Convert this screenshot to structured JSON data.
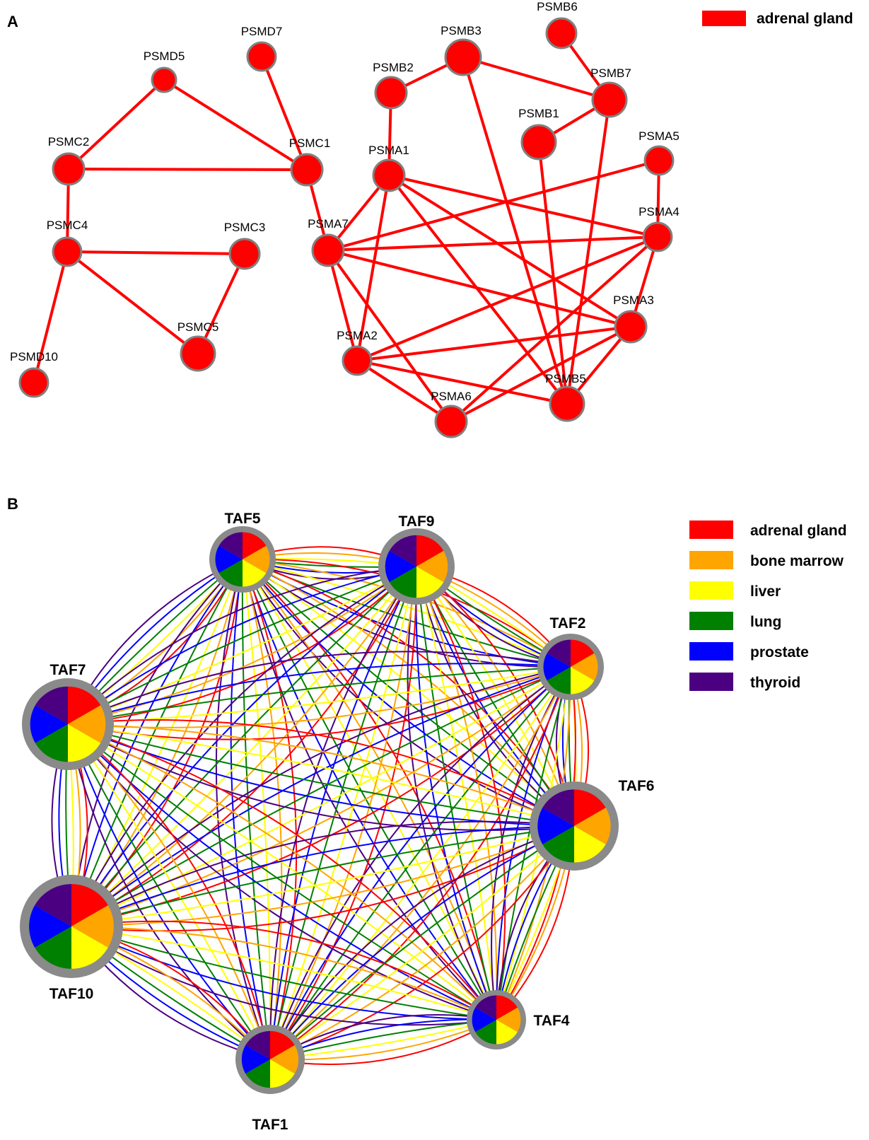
{
  "panels": [
    {
      "id": "A",
      "letter": "A"
    },
    {
      "id": "B",
      "letter": "B"
    }
  ],
  "colors": {
    "adrenal_gland": "#ff0000",
    "bone_marrow": "#ffa500",
    "liver": "#ffff00",
    "lung": "#008000",
    "prostate": "#0000ff",
    "thyroid": "#4b0082",
    "node_border": "#808080"
  },
  "panelA": {
    "legend": [
      {
        "label": "adrenal gland",
        "color": "#ff0000"
      }
    ],
    "nodes": [
      "PSMD5",
      "PSMD7",
      "PSMC2",
      "PSMC1",
      "PSMC4",
      "PSMC3",
      "PSMC5",
      "PSMD10",
      "PSMB6",
      "PSMB3",
      "PSMB2",
      "PSMB7",
      "PSMB1",
      "PSMA1",
      "PSMA5",
      "PSMA7",
      "PSMA4",
      "PSMA3",
      "PSMA2",
      "PSMB5",
      "PSMA6"
    ],
    "edges": [
      [
        "PSMD5",
        "PSMC2"
      ],
      [
        "PSMD5",
        "PSMC1"
      ],
      [
        "PSMC2",
        "PSMC1"
      ],
      [
        "PSMD7",
        "PSMC1"
      ],
      [
        "PSMC2",
        "PSMC4"
      ],
      [
        "PSMC4",
        "PSMC3"
      ],
      [
        "PSMC4",
        "PSMC5"
      ],
      [
        "PSMC3",
        "PSMC5"
      ],
      [
        "PSMC4",
        "PSMD10"
      ],
      [
        "PSMC1",
        "PSMA7"
      ],
      [
        "PSMB2",
        "PSMB3"
      ],
      [
        "PSMB3",
        "PSMB7"
      ],
      [
        "PSMB6",
        "PSMB7"
      ],
      [
        "PSMB1",
        "PSMB7"
      ],
      [
        "PSMB2",
        "PSMA1"
      ],
      [
        "PSMB3",
        "PSMB5"
      ],
      [
        "PSMB1",
        "PSMB5"
      ],
      [
        "PSMB7",
        "PSMB5"
      ],
      [
        "PSMA1",
        "PSMA7"
      ],
      [
        "PSMA1",
        "PSMA4"
      ],
      [
        "PSMA1",
        "PSMA3"
      ],
      [
        "PSMA1",
        "PSMB5"
      ],
      [
        "PSMA1",
        "PSMA2"
      ],
      [
        "PSMA5",
        "PSMA7"
      ],
      [
        "PSMA5",
        "PSMA4"
      ],
      [
        "PSMA7",
        "PSMA4"
      ],
      [
        "PSMA7",
        "PSMA3"
      ],
      [
        "PSMA7",
        "PSMA2"
      ],
      [
        "PSMA7",
        "PSMA6"
      ],
      [
        "PSMA4",
        "PSMA3"
      ],
      [
        "PSMA4",
        "PSMA2"
      ],
      [
        "PSMA4",
        "PSMA6"
      ],
      [
        "PSMA3",
        "PSMA2"
      ],
      [
        "PSMA3",
        "PSMB5"
      ],
      [
        "PSMA3",
        "PSMA6"
      ],
      [
        "PSMA2",
        "PSMA6"
      ],
      [
        "PSMA2",
        "PSMB5"
      ]
    ]
  },
  "panelB": {
    "legend": [
      {
        "label": "adrenal gland",
        "color": "#ff0000"
      },
      {
        "label": "bone marrow",
        "color": "#ffa500"
      },
      {
        "label": "liver",
        "color": "#ffff00"
      },
      {
        "label": "lung",
        "color": "#008000"
      },
      {
        "label": "prostate",
        "color": "#0000ff"
      },
      {
        "label": "thyroid",
        "color": "#4b0082"
      }
    ],
    "nodes": [
      "TAF5",
      "TAF9",
      "TAF2",
      "TAF7",
      "TAF6",
      "TAF10",
      "TAF4",
      "TAF1"
    ]
  }
}
